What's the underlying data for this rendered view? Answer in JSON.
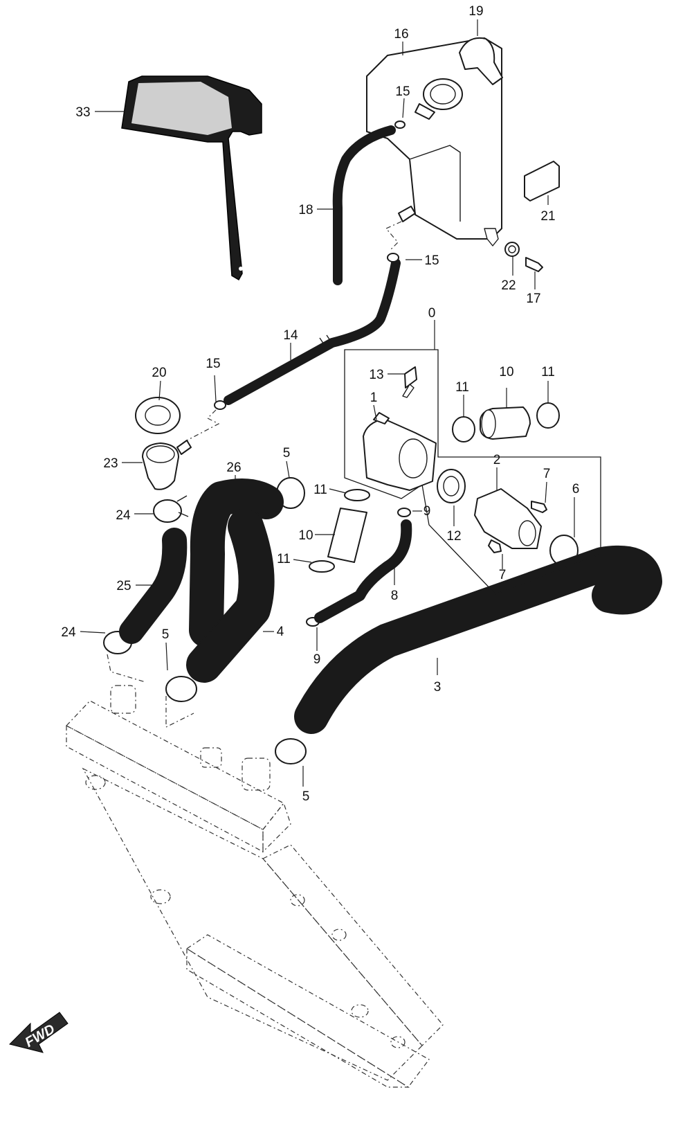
{
  "callouts": {
    "c0": "0",
    "c1": "1",
    "c2": "2",
    "c3": "3",
    "c4": "4",
    "c5a": "5",
    "c5b": "5",
    "c5c": "5",
    "c6": "6",
    "c7a": "7",
    "c7b": "7",
    "c8": "8",
    "c9a": "9",
    "c9b": "9",
    "c10a": "10",
    "c10b": "10",
    "c11a": "11",
    "c11b": "11",
    "c11c": "11",
    "c11d": "11",
    "c12": "12",
    "c13": "13",
    "c14": "14",
    "c15a": "15",
    "c15b": "15",
    "c15c": "15",
    "c16": "16",
    "c17": "17",
    "c18": "18",
    "c19": "19",
    "c20": "20",
    "c21": "21",
    "c22": "22",
    "c23": "23",
    "c24a": "24",
    "c24b": "24",
    "c25": "25",
    "c26": "26",
    "c33": "33"
  },
  "fwd_label": "FWD",
  "colors": {
    "line": "#1a1a1a",
    "cover_dark": "#1c1c1c",
    "cover_mesh": "#cfcfcf",
    "arrow_fill": "#2a2a2a"
  }
}
